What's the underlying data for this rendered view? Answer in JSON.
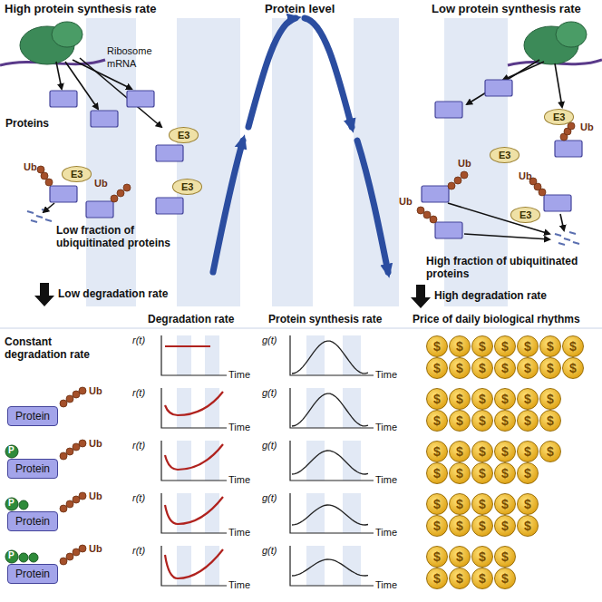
{
  "diagram": {
    "nodes": [
      {
        "text": [
          "E3"
        ]
      },
      {
        "text": [
          "E3"
        ]
      },
      {
        "text": [
          "E3"
        ]
      },
      {
        "text": [
          "E3"
        ]
      },
      {
        "text": [
          "E3"
        ]
      },
      {
        "text": [
          "E3"
        ]
      },
      {
        "text": [
          "Protein"
        ]
      },
      {
        "text": [
          "Protein"
        ]
      },
      {
        "text": [
          "Protein"
        ]
      },
      {
        "text": [
          "Protein"
        ]
      }
    ],
    "labels": [
      "High protein synthesis rate",
      "Protein level",
      "Low protein synthesis rate",
      "Ribosome",
      "mRNA",
      "Proteins",
      "Ub",
      "Ub",
      "Low fraction of ubiquitinated proteins",
      "Low degradation rate",
      "Ub",
      "Ub",
      "Ub",
      "Ub",
      "High fraction of ubiquitinated proteins",
      "High degradation rate",
      "Degradation rate",
      "Protein synthesis rate",
      "Price of daily biological rhythms",
      "Constant degradation rate",
      "r(t)",
      "Time",
      "g(t)",
      "Time",
      "r(t)",
      "Time",
      "g(t)",
      "Time",
      "r(t)",
      "Time",
      "g(t)",
      "Time",
      "r(t)",
      "Time",
      "g(t)",
      "Time",
      "r(t)",
      "Time",
      "g(t)",
      "Time",
      "Ub",
      "Ub",
      "Ub",
      "Ub",
      "P",
      "P",
      "P",
      "$",
      "$",
      "$",
      "$",
      "$",
      "$",
      "$",
      "$",
      "$",
      "$",
      "$",
      "$",
      "$",
      "$",
      "$",
      "$",
      "$",
      "$",
      "$",
      "$",
      "$",
      "$",
      "$",
      "$",
      "$",
      "$",
      "$",
      "$",
      "$",
      "$",
      "$",
      "$",
      "$",
      "$",
      "$",
      "$",
      "$",
      "$",
      "$",
      "$",
      "$",
      "$",
      "$",
      "$",
      "$",
      "$",
      "$",
      "$",
      "$",
      "$",
      "$",
      "$",
      "$",
      "$",
      "$"
    ]
  }
}
